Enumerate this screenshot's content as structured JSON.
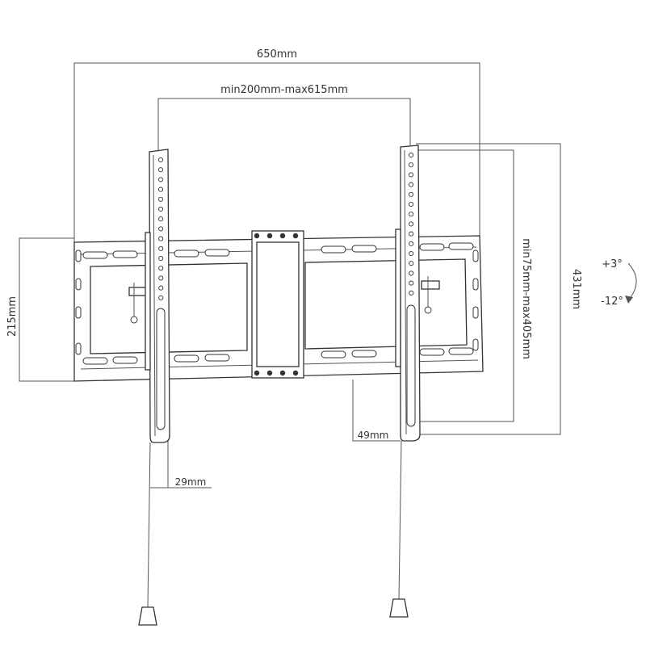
{
  "dimensions": {
    "overall_width": "650mm",
    "arm_spacing": "min200mm-max615mm",
    "overall_height": "431mm",
    "vertical_hole_range": "min75mm-max405mm",
    "bracket_height": "215mm",
    "wall_depth": "49mm",
    "arm_depth": "29mm"
  },
  "tilt": {
    "up": "+3°",
    "down": "-12°"
  },
  "colors": {
    "line": "#333333",
    "dimension_line": "#555555",
    "background": "#ffffff"
  }
}
